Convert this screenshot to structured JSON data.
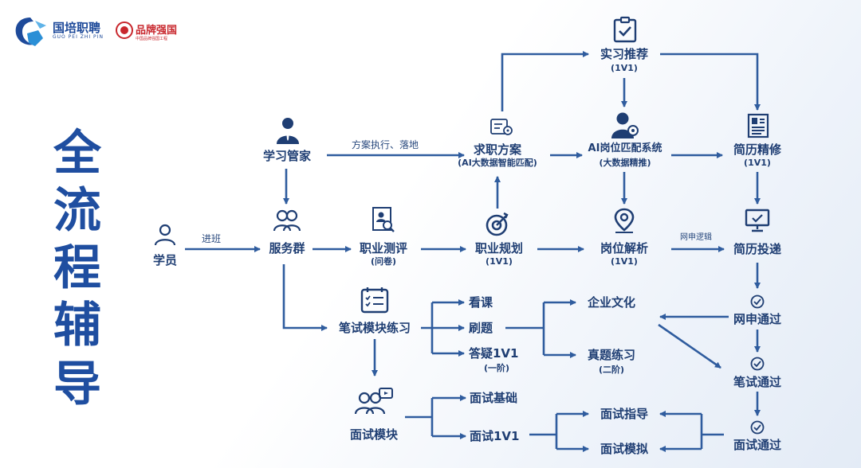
{
  "logo": {
    "name": "国培职聘",
    "sub": "GUO PEI ZHI PIN",
    "brand": "品牌强国",
    "brand_sub": "中国品牌强国工程"
  },
  "title_chars": [
    "全",
    "流",
    "程",
    "辅",
    "导"
  ],
  "nodes": {
    "student": "学员",
    "manager": "学习管家",
    "service_group": "服务群",
    "career_test": "职业测评",
    "career_test_sub": "(问卷)",
    "job_plan": "求职方案",
    "job_plan_sub": "(AI大数据智能匹配)",
    "career_planning": "职业规划",
    "career_planning_sub": "(1V1)",
    "internship": "实习推荐",
    "internship_sub": "(1V1)",
    "ai_match": "AI岗位匹配系统",
    "ai_match_sub": "(大数据精推)",
    "resume_polish": "简历精修",
    "resume_polish_sub": "(1V1)",
    "position_analysis": "岗位解析",
    "position_analysis_sub": "(1V1)",
    "resume_submit": "简历投递",
    "written_module": "笔试模块练习",
    "watch_course": "看课",
    "practice_questions": "刷题",
    "qa": "答疑1V1",
    "qa_sub": "(一阶)",
    "corp_culture": "企业文化",
    "real_questions": "真题练习",
    "real_questions_sub": "(二阶)",
    "online_pass": "网申通过",
    "written_pass": "笔试通过",
    "interview_module": "面试模块",
    "interview_basics": "面试基础",
    "interview_1v1": "面试1V1",
    "interview_guide": "面试指导",
    "interview_mock": "面试模拟",
    "interview_pass": "面试通过"
  },
  "edge_labels": {
    "enter_class": "进班",
    "execute_plan": "方案执行、落地",
    "online_logic": "网申逻辑"
  },
  "colors": {
    "arrow": "#2f5c9e",
    "text": "#1f3e73",
    "big_title": "#1f4ea0",
    "icon": "#1f3e73",
    "brand_red": "#c8272d"
  }
}
